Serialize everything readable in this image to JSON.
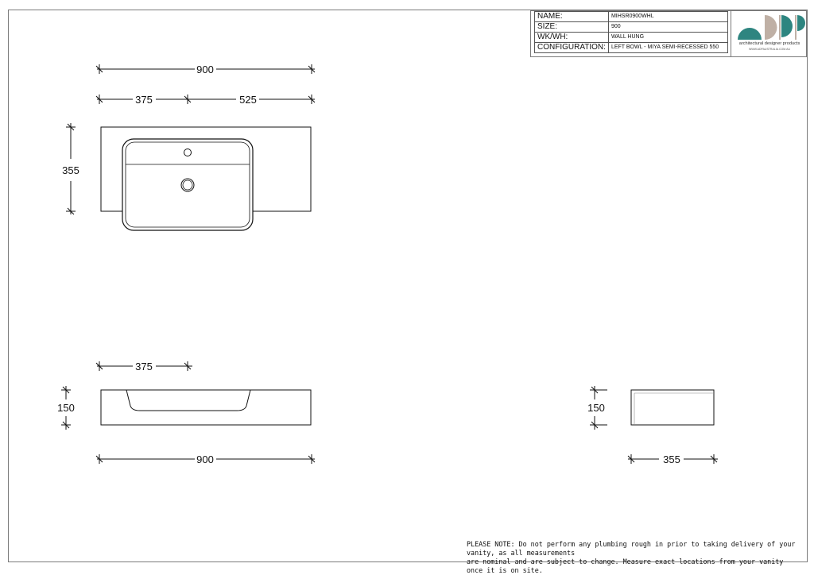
{
  "title_block": {
    "rows": [
      {
        "label": "NAME:",
        "value": "MIHSR0900WHL"
      },
      {
        "label": "SIZE:",
        "value": "900"
      },
      {
        "label": "WK/WH:",
        "value": "WALL HUNG"
      },
      {
        "label": "CONFIGURATION:",
        "value": "LEFT BOWL - MIYA SEMI-RECESSED 550"
      }
    ]
  },
  "logo": {
    "text": "architectural designer products",
    "url": "WWW.ADPAUSTRALIA.COM.AU",
    "colors": {
      "teal": "#2e8580",
      "taupe": "#bfb0a5"
    }
  },
  "dimensions": {
    "plan_total_width": "900",
    "plan_left_offset": "375",
    "plan_right_offset": "525",
    "plan_depth": "355",
    "front_bowl_offset": "375",
    "front_height": "150",
    "front_total_width": "900",
    "side_height": "150",
    "side_depth": "355"
  },
  "note": {
    "line1": "PLEASE NOTE: Do not perform any plumbing rough in prior to taking delivery of your vanity, as all measurements",
    "line2": "are nominal and are subject to change. Measure exact locations from your vanity once it is on site."
  },
  "colors": {
    "line": "#1a1a1a",
    "frame": "#7a7a7a"
  }
}
